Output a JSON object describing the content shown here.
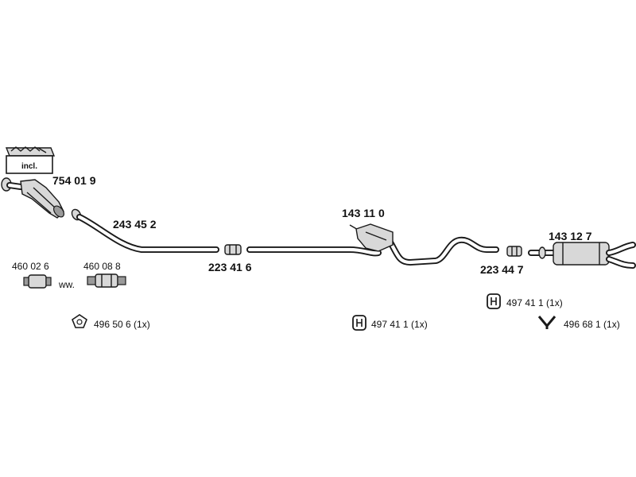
{
  "parts": {
    "kit_label": "incl.",
    "catalytic_converter": "754 01 9",
    "front_pipe": "243 45 2",
    "connector_1": "223 41 6",
    "middle_silencer": "143 11 0",
    "connector_2": "223 44 7",
    "rear_silencer": "143 12 7",
    "option_a": "460 02 6",
    "option_b": "460 08 8",
    "option_separator": "ww."
  },
  "accessories": [
    {
      "label": "496 50 6 (1x)",
      "icon": "gasket-ring-icon"
    },
    {
      "label": "497 41 1 (1x)",
      "icon": "rubber-mount-icon"
    },
    {
      "label": "497 41 1 (1x)",
      "icon": "rubber-mount-icon"
    },
    {
      "label": "496 68 1 (1x)",
      "icon": "y-hanger-icon"
    }
  ]
}
